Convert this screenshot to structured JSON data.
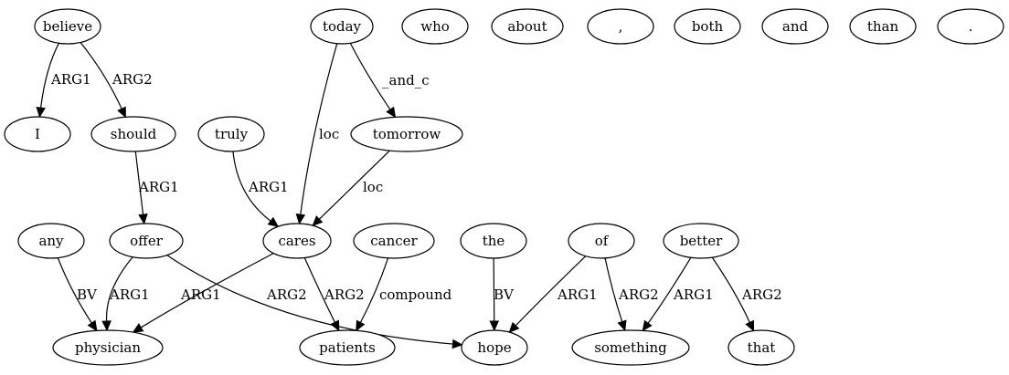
{
  "graph": {
    "nodes": [
      {
        "id": "believe",
        "label": "believe"
      },
      {
        "id": "today",
        "label": "today"
      },
      {
        "id": "who",
        "label": "who"
      },
      {
        "id": "about",
        "label": "about"
      },
      {
        "id": "comma",
        "label": ","
      },
      {
        "id": "both",
        "label": "both"
      },
      {
        "id": "and",
        "label": "and"
      },
      {
        "id": "than",
        "label": "than"
      },
      {
        "id": "period",
        "label": "."
      },
      {
        "id": "I",
        "label": "I"
      },
      {
        "id": "should",
        "label": "should"
      },
      {
        "id": "truly",
        "label": "truly"
      },
      {
        "id": "tomorrow",
        "label": "tomorrow"
      },
      {
        "id": "any",
        "label": "any"
      },
      {
        "id": "offer",
        "label": "offer"
      },
      {
        "id": "cares",
        "label": "cares"
      },
      {
        "id": "cancer",
        "label": "cancer"
      },
      {
        "id": "the",
        "label": "the"
      },
      {
        "id": "of",
        "label": "of"
      },
      {
        "id": "better",
        "label": "better"
      },
      {
        "id": "physician",
        "label": "physician"
      },
      {
        "id": "patients",
        "label": "patients"
      },
      {
        "id": "hope",
        "label": "hope"
      },
      {
        "id": "something",
        "label": "something"
      },
      {
        "id": "that",
        "label": "that"
      }
    ],
    "edges": [
      {
        "from": "believe",
        "to": "I",
        "label": "ARG1"
      },
      {
        "from": "believe",
        "to": "should",
        "label": "ARG2"
      },
      {
        "from": "today",
        "to": "cares",
        "label": "loc"
      },
      {
        "from": "today",
        "to": "tomorrow",
        "label": "_and_c"
      },
      {
        "from": "should",
        "to": "offer",
        "label": "ARG1"
      },
      {
        "from": "truly",
        "to": "cares",
        "label": "ARG1"
      },
      {
        "from": "tomorrow",
        "to": "cares",
        "label": "loc"
      },
      {
        "from": "any",
        "to": "physician",
        "label": "BV"
      },
      {
        "from": "offer",
        "to": "physician",
        "label": "ARG1"
      },
      {
        "from": "offer",
        "to": "hope",
        "label": "ARG2"
      },
      {
        "from": "cares",
        "to": "physician",
        "label": "ARG1"
      },
      {
        "from": "cares",
        "to": "patients",
        "label": "ARG2"
      },
      {
        "from": "cancer",
        "to": "patients",
        "label": "compound"
      },
      {
        "from": "the",
        "to": "hope",
        "label": "BV"
      },
      {
        "from": "of",
        "to": "hope",
        "label": "ARG1"
      },
      {
        "from": "of",
        "to": "something",
        "label": "ARG2"
      },
      {
        "from": "better",
        "to": "something",
        "label": "ARG1"
      },
      {
        "from": "better",
        "to": "that",
        "label": "ARG2"
      }
    ]
  }
}
